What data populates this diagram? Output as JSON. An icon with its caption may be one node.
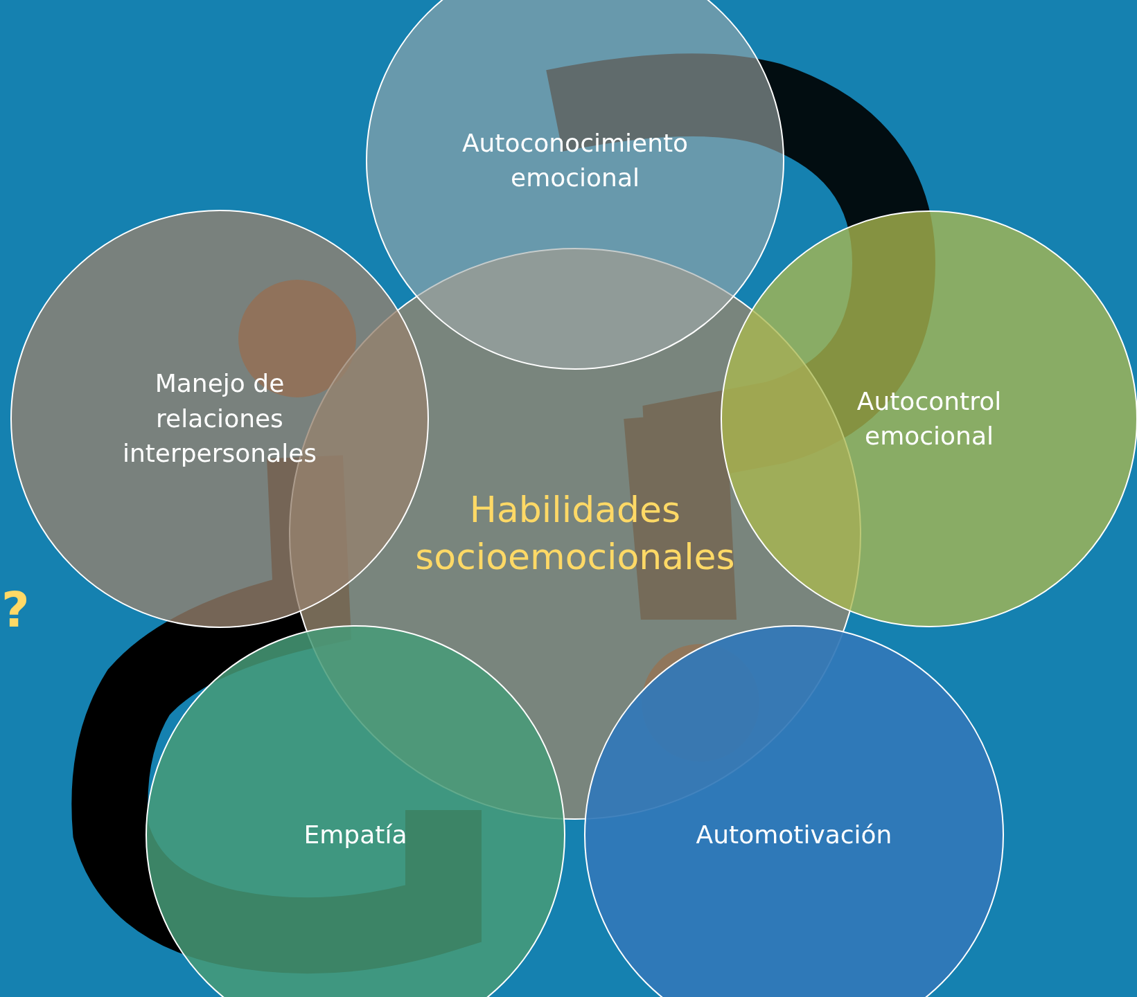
{
  "diagram": {
    "nodes": [
      {
        "text": [
          "Habilidades socioemocionales"
        ]
      },
      {
        "text": [
          "Autoconocimiento emocional"
        ]
      },
      {
        "text": [
          "Autocontrol emocional"
        ]
      },
      {
        "text": [
          "Automotivación"
        ]
      },
      {
        "text": [
          "Empatía"
        ]
      },
      {
        "text": [
          "Manejo de relaciones interpersonales"
        ]
      }
    ],
    "labels": [
      "?"
    ]
  }
}
